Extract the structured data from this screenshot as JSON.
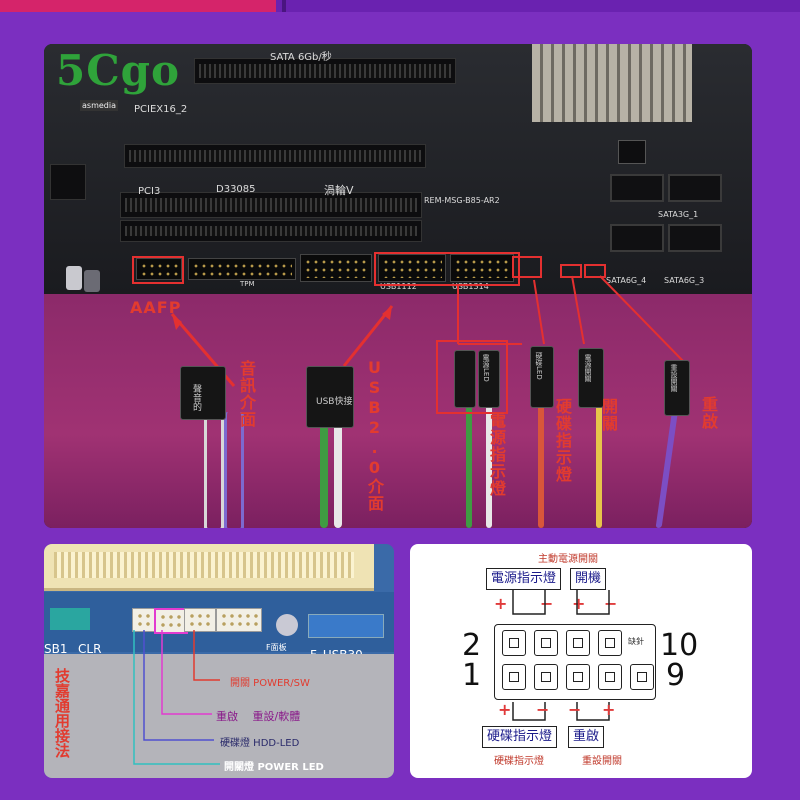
{
  "watermark": "5Cgo",
  "main_photo": {
    "board_texts": {
      "sata_label": "SATA 6Gb/秒",
      "pciex_label": "PCIEX16_2",
      "pci_label": "PCI3",
      "pci_code": "D33085",
      "turbo_label": "渦輪V",
      "model_code": "REM-MSG-B85-AR2",
      "aafp_silk": "AAFP",
      "tpm_silk": "TPM",
      "usb1112_silk": "USB1112",
      "usb1314_silk": "USB1314",
      "sata6g_4": "SATA6G_4",
      "sata6g_3": "SATA6G_3",
      "sata3g_1": "SATA3G_1",
      "brand_chip": "asmedia"
    },
    "labels": {
      "aafp": "AAFP",
      "audio": "音訊介面",
      "usb2": "USB2.0介面",
      "power_led": "電源指示燈",
      "hdd_led": "硬碟指示燈",
      "switch": "開關",
      "restart": "重啟"
    },
    "connector_stickers": {
      "audio": "聲音的",
      "usb": "USB快接",
      "power_led": "電源LED",
      "hdd_led": "硬碟LED",
      "power_sw": "電源開關",
      "reset_sw": "重設開關"
    }
  },
  "bl_photo": {
    "silk": {
      "usb1": "SB1",
      "clr": "CLR",
      "f_usb30": "F_USB30",
      "f_panel": "F面板"
    },
    "vertical_label": "技嘉通用接法",
    "callouts": [
      {
        "text": "開關 POWER/SW",
        "color": "#e23b2f"
      },
      {
        "text": "重啟　 重設/軟體",
        "color": "#e23bd0"
      },
      {
        "text": "硬碟燈 HDD-LED",
        "color": "#ffffff"
      },
      {
        "text": "開關燈 POWER LED",
        "color": "#ffffff"
      }
    ]
  },
  "diagram": {
    "top_caption": "主動電源開關",
    "box_power_led": "電源指示燈",
    "box_power_sw": "開機",
    "box_hdd_led": "硬碟指示燈",
    "box_reset": "重啟",
    "bottom_caption_left": "硬碟指示燈",
    "bottom_caption_right": "重設開關",
    "missing_pin": "缺針",
    "num_2": "2",
    "num_1": "1",
    "num_10": "10",
    "num_9": "9",
    "plus": "+",
    "minus": "−"
  }
}
